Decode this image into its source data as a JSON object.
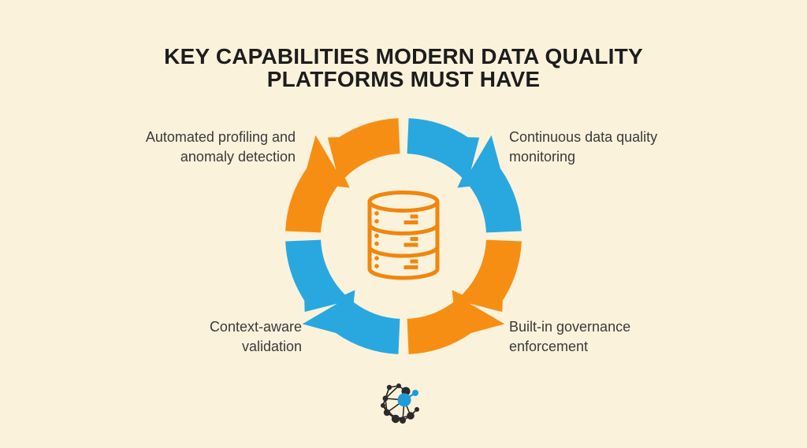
{
  "title": {
    "line1": "KEY CAPABILITIES MODERN DATA QUALITY",
    "line2": "PLATFORMS MUST HAVE"
  },
  "colors": {
    "background": "#FBF2DC",
    "orange": "#F78E14",
    "blue": "#29A8E0",
    "icon_orange": "#F0860D",
    "title_text": "#1D1D1D",
    "label_text": "#3A3A3A",
    "logo_dark": "#2D2A2B",
    "logo_blue": "#1E9CD8"
  },
  "diagram": {
    "type": "cycle-ring",
    "center_icon": "database-icon",
    "segments": [
      {
        "position": "top-left",
        "color": "orange",
        "label_line1": "Automated profiling and",
        "label_line2": "anomaly detection"
      },
      {
        "position": "top-right",
        "color": "blue",
        "label_line1": "Continuous data quality",
        "label_line2": "monitoring"
      },
      {
        "position": "bottom-left",
        "color": "blue",
        "label_line1": "Context-aware",
        "label_line2": "validation"
      },
      {
        "position": "bottom-right",
        "color": "orange",
        "label_line1": "Built-in governance",
        "label_line2": "enforcement"
      }
    ]
  },
  "footer": {
    "logo": "network-graph-logo"
  }
}
